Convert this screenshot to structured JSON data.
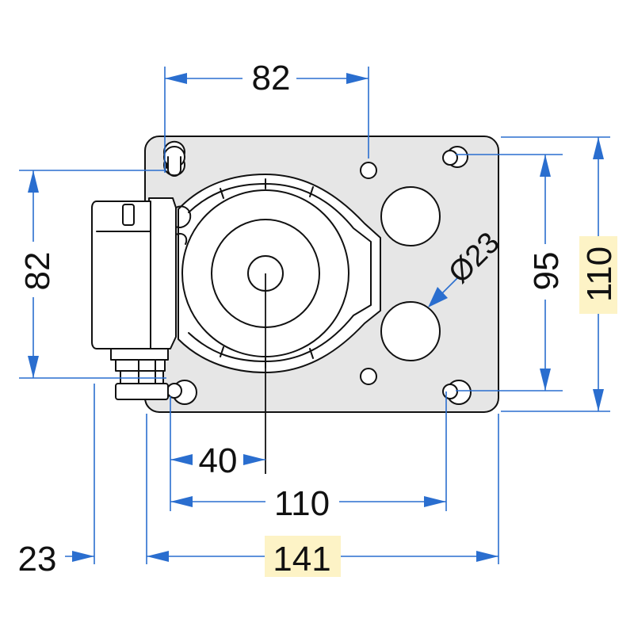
{
  "dimensions": {
    "top_width": "82",
    "left_height": "82",
    "right_inner_height": "95",
    "right_outer_height": "110",
    "hole_diameter": "Ø23",
    "offset_40": "40",
    "hole_spacing": "110",
    "left_offset": "23",
    "overall_width": "141"
  },
  "colors": {
    "dimension_lines": "#2a6ecf",
    "highlight": "#fdf3c6",
    "plate": "#e6e6e6"
  }
}
